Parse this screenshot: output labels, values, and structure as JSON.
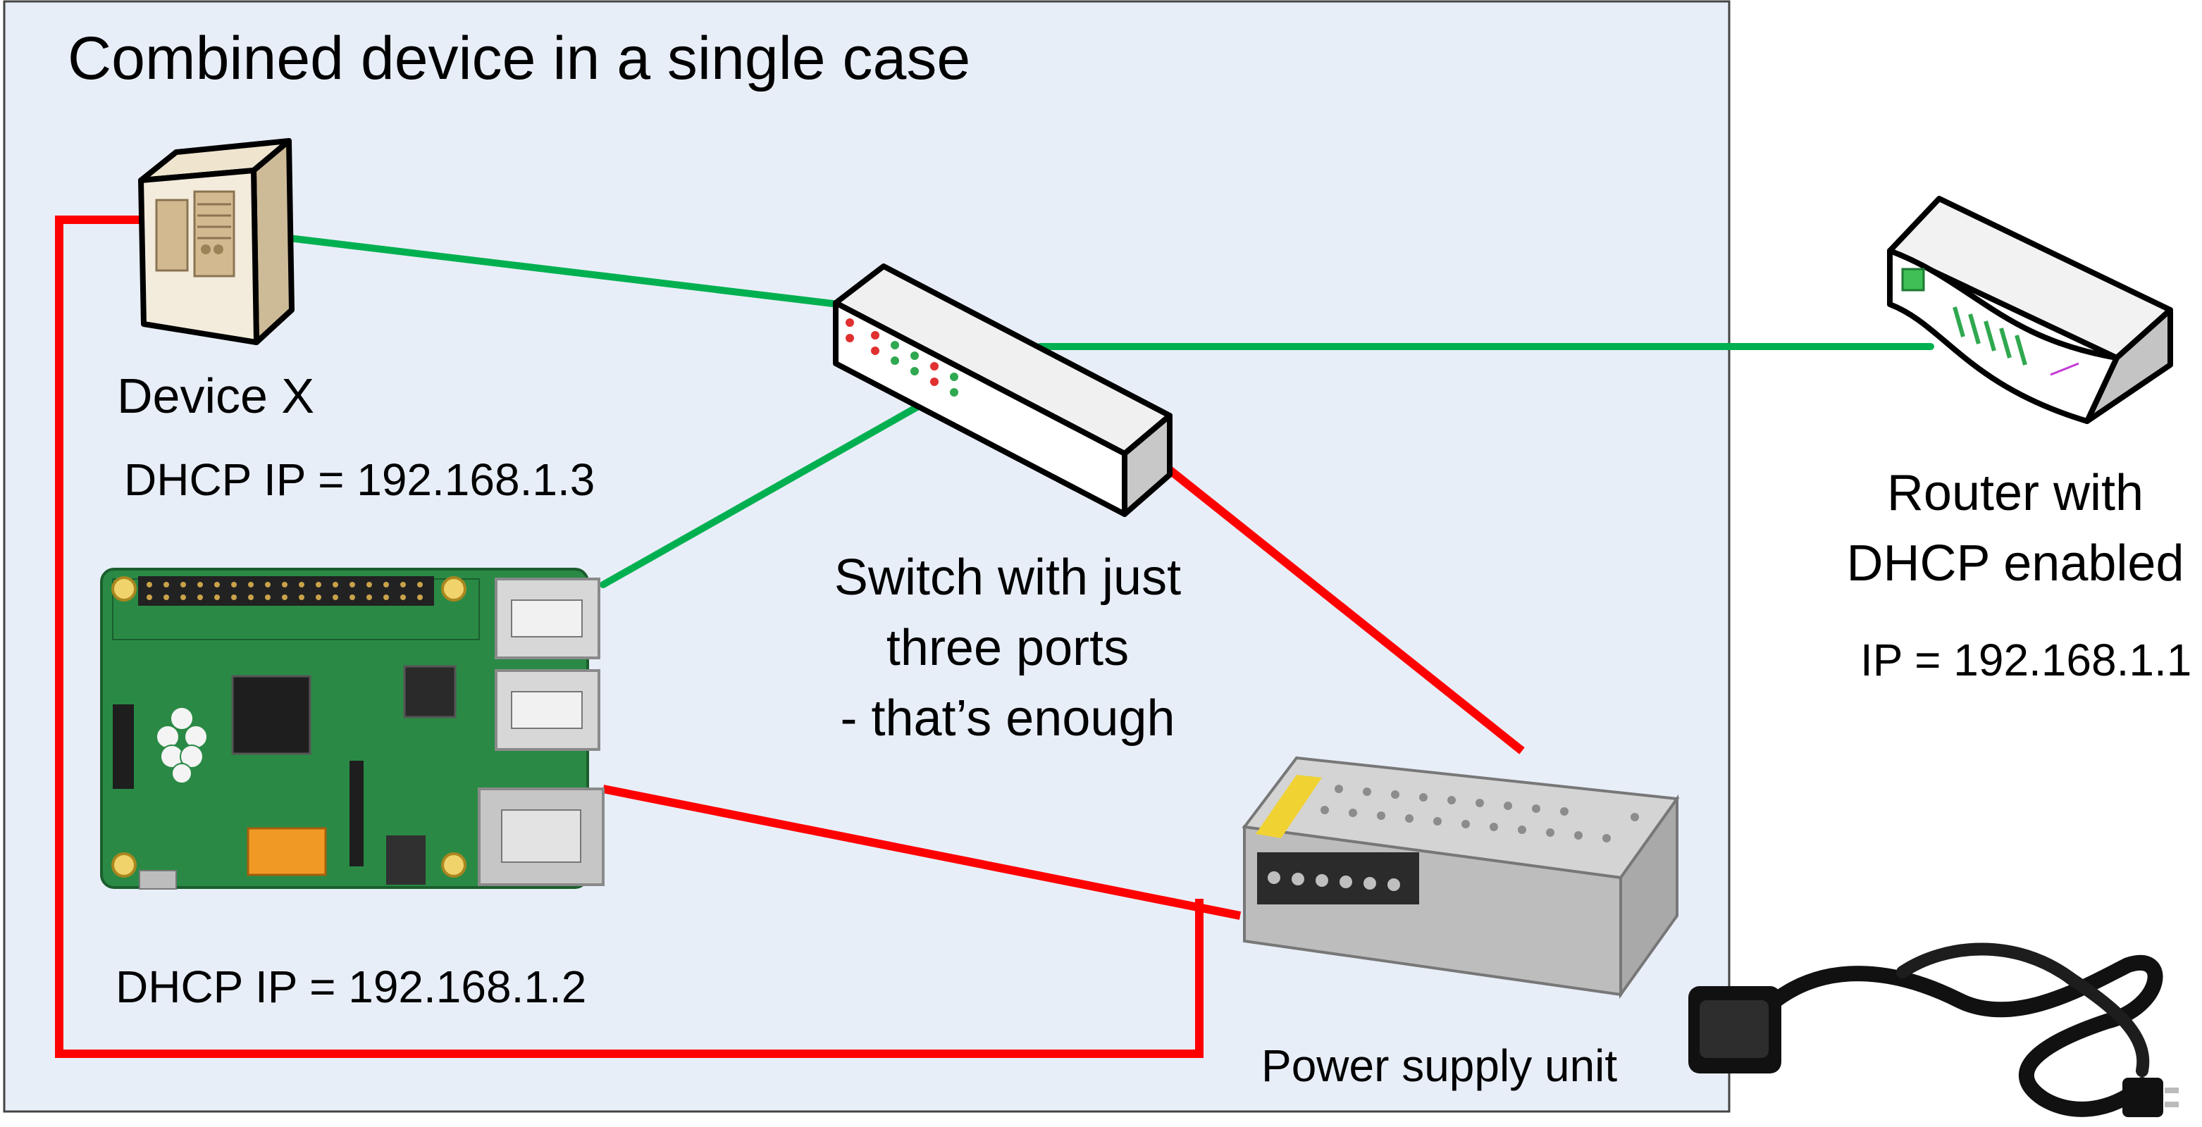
{
  "case_title": "Combined device in a single case",
  "device_x": {
    "name": "Device X",
    "ip": "DHCP IP = 192.168.1.3"
  },
  "raspberry_pi": {
    "ip": "DHCP IP = 192.168.1.2"
  },
  "switch": {
    "line1": "Switch with just",
    "line2": "three ports",
    "line3": "- that’s enough"
  },
  "router": {
    "line1": "Router with",
    "line2": "DHCP enabled",
    "ip": "IP = 192.168.1.1"
  },
  "psu": {
    "name": "Power supply unit"
  },
  "colors": {
    "case_fill": "#e8eef8",
    "case_border": "#444444",
    "network_cable": "#00b050",
    "power_cable": "#ff0000"
  }
}
